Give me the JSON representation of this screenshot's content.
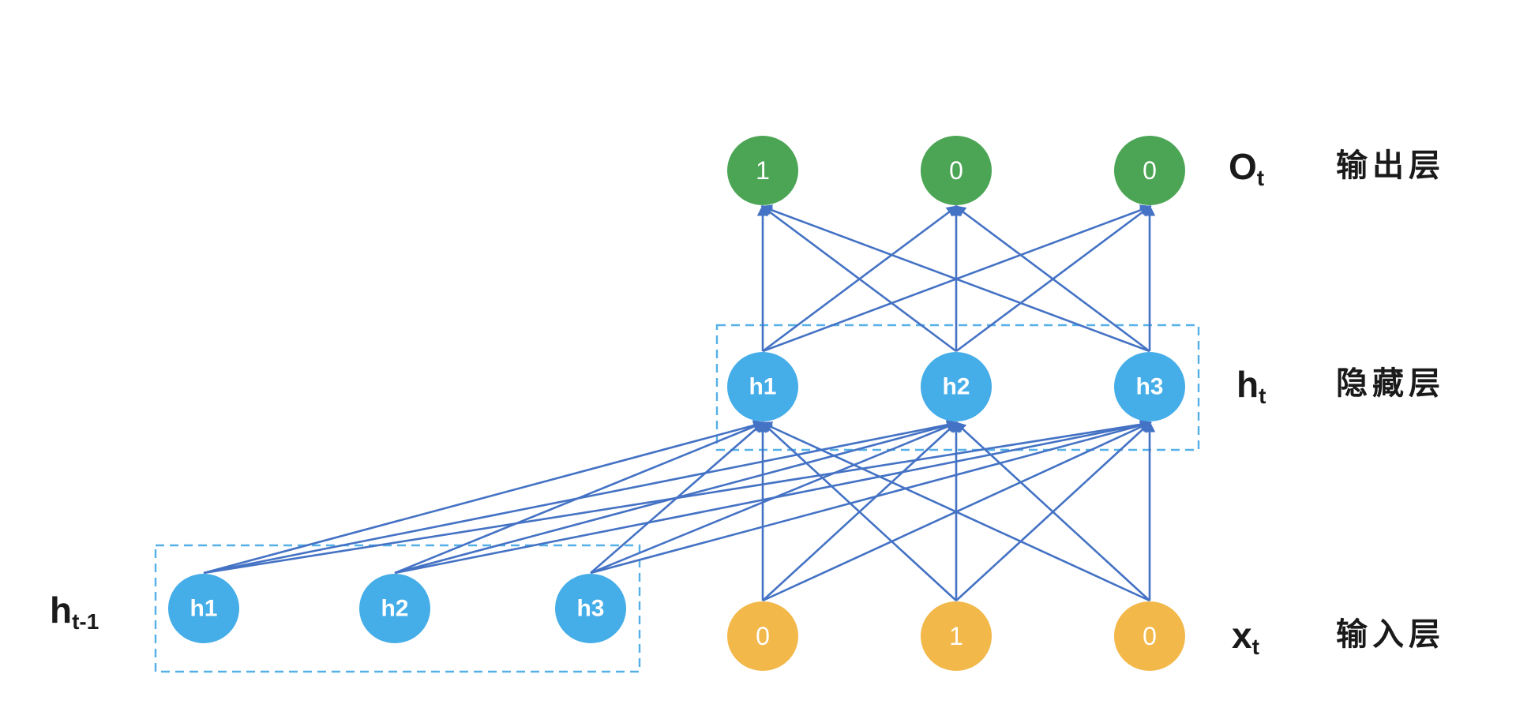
{
  "diagram": {
    "type": "rnn-network-diagram",
    "background": "#ffffff",
    "colors": {
      "edge": "#4472c4",
      "dashed_box": "#55b0e8",
      "output_node": "#4ba555",
      "hidden_node": "#45ade8",
      "input_node": "#f2b84a",
      "node_text": "#ffffff",
      "label_text": "#1a1a1a"
    },
    "output_layer": {
      "node_values": [
        "1",
        "0",
        "0"
      ],
      "symbol": {
        "base": "O",
        "sub": "t"
      },
      "name": "输出层"
    },
    "hidden_layer": {
      "node_values": [
        "h1",
        "h2",
        "h3"
      ],
      "symbol": {
        "base": "h",
        "sub": "t"
      },
      "name": "隐藏层"
    },
    "input_layer": {
      "node_values": [
        "0",
        "1",
        "0"
      ],
      "symbol": {
        "base": "x",
        "sub": "t"
      },
      "name": "输入层"
    },
    "prev_hidden_layer": {
      "node_values": [
        "h1",
        "h2",
        "h3"
      ],
      "symbol": {
        "base": "h",
        "sub": "t-1"
      }
    },
    "connections": [
      {
        "from": "prev_hidden_layer",
        "to": "hidden_layer",
        "type": "fully-connected",
        "arrow": "to"
      },
      {
        "from": "input_layer",
        "to": "hidden_layer",
        "type": "fully-connected",
        "arrow": "to"
      },
      {
        "from": "hidden_layer",
        "to": "output_layer",
        "type": "fully-connected",
        "arrow": "to"
      }
    ]
  }
}
